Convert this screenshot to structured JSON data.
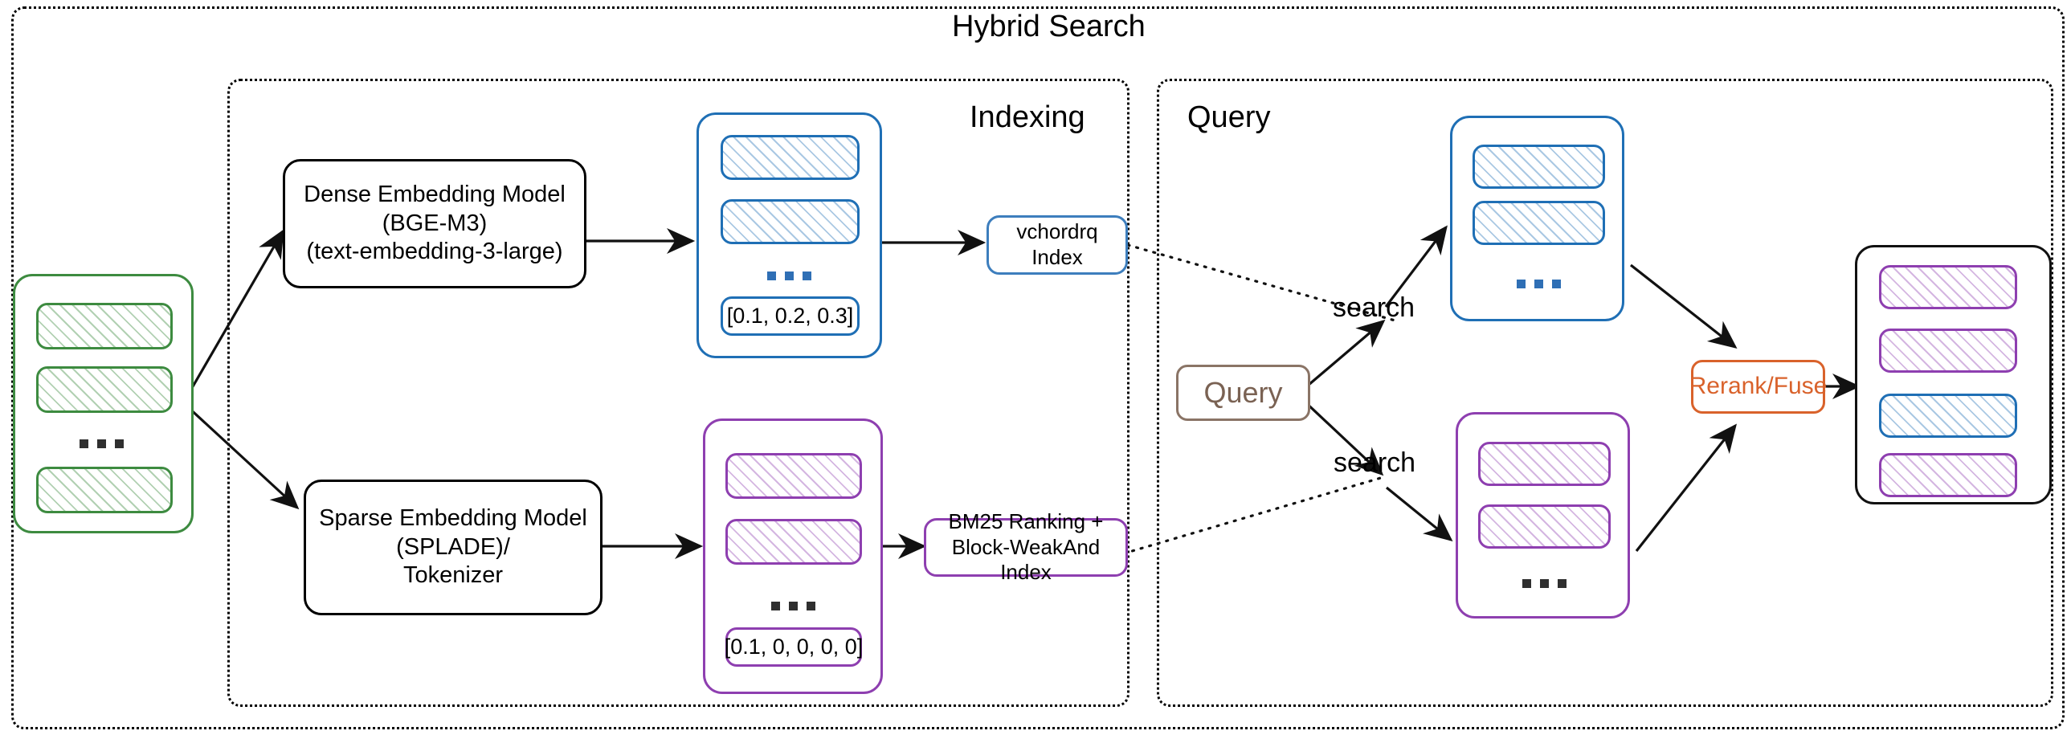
{
  "diagram": {
    "title": "Hybrid Search",
    "groups": [
      {
        "id": "hybrid",
        "label": "Hybrid Search"
      },
      {
        "id": "indexing",
        "label": "Indexing"
      },
      {
        "id": "query",
        "label": "Query"
      }
    ]
  },
  "nodes": {
    "dense_model": {
      "line1": "Dense Embedding Model",
      "line2": "(BGE-M3)",
      "line3": "(text-embedding-3-large)"
    },
    "sparse_model": {
      "line1": "Sparse Embedding Model",
      "line2": "(SPLADE)/",
      "line3": "Tokenizer"
    },
    "vchordrq_index": {
      "line1": "vchordrq",
      "line2": "Index"
    },
    "bm25_index": {
      "line1": "BM25 Ranking +",
      "line2": "Block-WeakAnd Index"
    },
    "query_box": {
      "label": "Query"
    },
    "rerank_box": {
      "label": "Rerank/Fuse"
    }
  },
  "stacks": {
    "source_docs": {
      "name": "source-documents",
      "color": "green",
      "items": [
        "doc-1",
        "doc-2",
        "doc-3"
      ],
      "ellipsis": "..."
    },
    "dense_vectors": {
      "name": "dense-vectors",
      "color": "blue",
      "items": [
        "dense-vector-1",
        "dense-vector-2"
      ],
      "ellipsis": "...",
      "value": "[0.1, 0.2, 0.3]"
    },
    "sparse_vectors": {
      "name": "sparse-vectors",
      "color": "purple",
      "items": [
        "sparse-vector-1",
        "sparse-vector-2"
      ],
      "ellipsis": "...",
      "value": "[0.1, 0, 0, 0, 0]"
    },
    "dense_results": {
      "name": "dense-results",
      "color": "blue",
      "items": [
        "dense-result-1",
        "dense-result-2"
      ],
      "ellipsis": "..."
    },
    "sparse_results": {
      "name": "sparse-results",
      "color": "purple",
      "items": [
        "sparse-result-1",
        "sparse-result-2"
      ],
      "ellipsis": "..."
    },
    "final_results": {
      "name": "final-results",
      "color": "black",
      "items": [
        {
          "color": "purple"
        },
        {
          "color": "purple"
        },
        {
          "color": "blue"
        },
        {
          "color": "purple"
        }
      ]
    }
  },
  "edges": {
    "search_top_label": "search",
    "search_bottom_label": "search"
  },
  "colors": {
    "green": "#3d8b40",
    "blue": "#1f6fb5",
    "blue_light": "#3d7ebd",
    "purple": "#8e3fb0",
    "orange": "#d9622b",
    "taupe": "#7a6253",
    "black": "#111111"
  }
}
